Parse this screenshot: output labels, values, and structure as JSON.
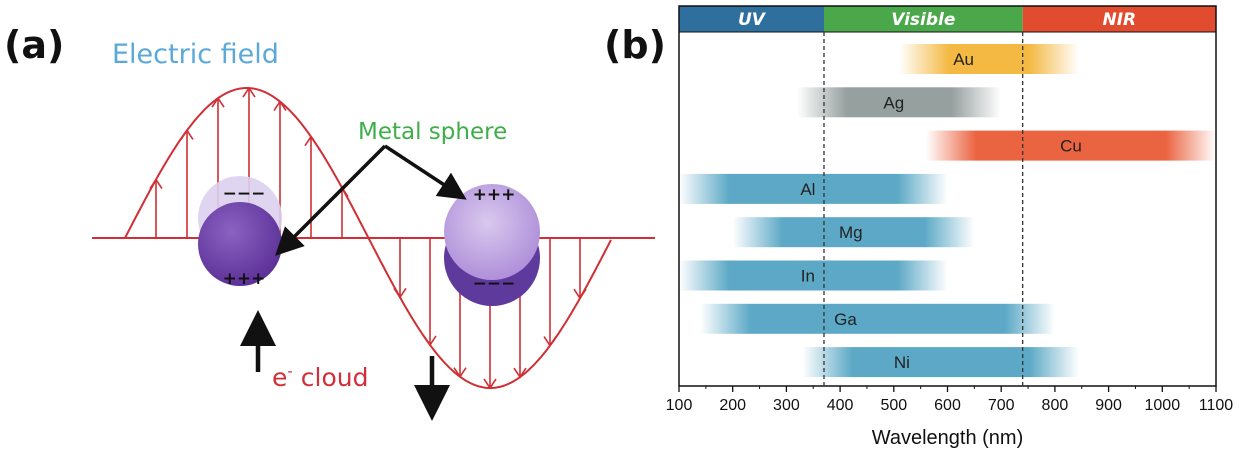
{
  "panel_a": {
    "panel_label": "(a)",
    "electric_field_label": "Electric field",
    "metal_sphere_label": "Metal sphere",
    "e_cloud_prefix": "e",
    "e_cloud_superscript": "-",
    "e_cloud_suffix": " cloud",
    "left_sphere_top_charge": "−−−",
    "left_sphere_bottom_charge": "+++",
    "right_sphere_top_charge": "+++",
    "right_sphere_bottom_charge": "−−−"
  },
  "panel_b": {
    "panel_label": "(b)"
  },
  "chart_data": {
    "type": "range-bar",
    "xlabel": "Wavelength (nm)",
    "xlim": [
      100,
      1100
    ],
    "xticks": [
      100,
      200,
      300,
      400,
      500,
      600,
      700,
      800,
      900,
      1000,
      1100
    ],
    "regions": [
      {
        "name": "UV",
        "from": 100,
        "to": 370,
        "color": "#2f6f9e"
      },
      {
        "name": "Visible",
        "from": 370,
        "to": 740,
        "color": "#4aa84a"
      },
      {
        "name": "NIR",
        "from": 740,
        "to": 1100,
        "color": "#e14b2e"
      }
    ],
    "boundaries": [
      370,
      740
    ],
    "metals": [
      {
        "name": "Au",
        "from": 510,
        "to": 845,
        "label_at": 630,
        "color": "#f2b12e"
      },
      {
        "name": "Ag",
        "from": 320,
        "to": 700,
        "label_at": 500,
        "color": "#8a9594"
      },
      {
        "name": "Cu",
        "from": 560,
        "to": 1100,
        "label_at": 830,
        "color": "#e9532c"
      },
      {
        "name": "Al",
        "from": 100,
        "to": 600,
        "label_at": 340,
        "color": "#4a9fc0"
      },
      {
        "name": "Mg",
        "from": 200,
        "to": 650,
        "label_at": 420,
        "color": "#4a9fc0"
      },
      {
        "name": "In",
        "from": 100,
        "to": 600,
        "label_at": 340,
        "color": "#4a9fc0"
      },
      {
        "name": "Ga",
        "from": 140,
        "to": 800,
        "label_at": 410,
        "color": "#4a9fc0"
      },
      {
        "name": "Ni",
        "from": 330,
        "to": 845,
        "label_at": 515,
        "color": "#4a9fc0"
      }
    ]
  }
}
